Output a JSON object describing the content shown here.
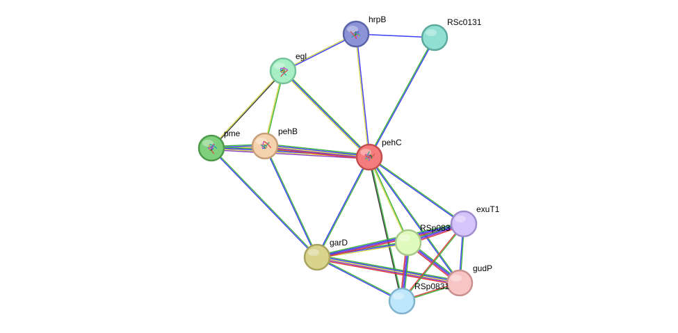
{
  "network": {
    "nodes": [
      {
        "id": "hrpB",
        "label": "hrpB",
        "fill": "#8c93d6",
        "stroke": "#5a62a8",
        "structure": true
      },
      {
        "id": "RSc0131",
        "label": "RSc0131",
        "fill": "#8fdfd3",
        "stroke": "#5ea99e",
        "structure": false
      },
      {
        "id": "egl",
        "label": "egl",
        "fill": "#a8efc6",
        "stroke": "#76c29a",
        "structure": true
      },
      {
        "id": "pme",
        "label": "pme",
        "fill": "#7fd07d",
        "stroke": "#4c9a4a",
        "structure": true
      },
      {
        "id": "pehB",
        "label": "pehB",
        "fill": "#f4d2ad",
        "stroke": "#c69e78",
        "structure": true
      },
      {
        "id": "pehC",
        "label": "pehC",
        "fill": "#f47c7c",
        "stroke": "#c44e4e",
        "structure": true
      },
      {
        "id": "exuT1",
        "label": "exuT1",
        "fill": "#d5c4fb",
        "stroke": "#9f8ccc",
        "structure": false
      },
      {
        "id": "RSp0830",
        "label": "RSp083",
        "fill": "#e1fbbe",
        "stroke": "#a9c98a",
        "structure": false
      },
      {
        "id": "garD",
        "label": "garD",
        "fill": "#d8d48e",
        "stroke": "#a8a35d",
        "structure": false
      },
      {
        "id": "gudP",
        "label": "gudP",
        "fill": "#f7c5c5",
        "stroke": "#c98f8f",
        "structure": false
      },
      {
        "id": "RSp0831",
        "label": "RSp0831",
        "fill": "#bfe7fb",
        "stroke": "#7fb3cc",
        "structure": false
      }
    ],
    "edges": [
      {
        "source": "hrpB",
        "target": "RSc0131",
        "colors": [
          "#3c3cff"
        ]
      },
      {
        "source": "hrpB",
        "target": "egl",
        "colors": [
          "#3c3cff",
          "#d6d64a"
        ]
      },
      {
        "source": "hrpB",
        "target": "pehC",
        "colors": [
          "#3c3cff",
          "#d6d64a"
        ]
      },
      {
        "source": "RSc0131",
        "target": "pehC",
        "colors": [
          "#3c3cff",
          "#3cb43c"
        ]
      },
      {
        "source": "egl",
        "target": "pme",
        "colors": [
          "#333333",
          "#d6d64a"
        ]
      },
      {
        "source": "egl",
        "target": "pehB",
        "colors": [
          "#3cb43c",
          "#d6d64a"
        ]
      },
      {
        "source": "egl",
        "target": "pehC",
        "colors": [
          "#3cb43c",
          "#3c3cff",
          "#d6d64a"
        ]
      },
      {
        "source": "pme",
        "target": "pehB",
        "colors": [
          "#3cb43c",
          "#3c3cff",
          "#d6d64a",
          "#8a3cc8"
        ]
      },
      {
        "source": "pme",
        "target": "pehC",
        "colors": [
          "#3cb43c",
          "#3c3cff",
          "#d6d64a",
          "#8a3cc8"
        ]
      },
      {
        "source": "pme",
        "target": "garD",
        "colors": [
          "#3cb43c",
          "#3c3cff"
        ]
      },
      {
        "source": "pehB",
        "target": "pehC",
        "colors": [
          "#3cb43c",
          "#3c3cff",
          "#d6d64a",
          "#8a3cc8",
          "#e03c3c"
        ]
      },
      {
        "source": "pehB",
        "target": "garD",
        "colors": [
          "#3cb43c",
          "#3c3cff"
        ]
      },
      {
        "source": "pehC",
        "target": "garD",
        "colors": [
          "#3cb43c",
          "#3c3cff"
        ]
      },
      {
        "source": "pehC",
        "target": "exuT1",
        "colors": [
          "#3cb43c",
          "#3c3cff"
        ]
      },
      {
        "source": "pehC",
        "target": "RSp0830",
        "colors": [
          "#3cb43c",
          "#d6d64a"
        ]
      },
      {
        "source": "pehC",
        "target": "gudP",
        "colors": [
          "#3cb43c",
          "#3c3cff"
        ]
      },
      {
        "source": "pehC",
        "target": "RSp0831",
        "colors": [
          "#3cb43c",
          "#333333"
        ]
      },
      {
        "source": "garD",
        "target": "RSp0830",
        "colors": [
          "#3cb43c",
          "#3c3cff",
          "#d6d64a"
        ]
      },
      {
        "source": "garD",
        "target": "gudP",
        "colors": [
          "#3cb43c",
          "#3c3cff",
          "#d6d64a",
          "#8a3cc8",
          "#e03c3c"
        ]
      },
      {
        "source": "garD",
        "target": "RSp0831",
        "colors": [
          "#3cb43c",
          "#3c3cff"
        ]
      },
      {
        "source": "garD",
        "target": "exuT1",
        "colors": [
          "#3cb43c",
          "#3c3cff",
          "#8a3cc8",
          "#e03c3c"
        ]
      },
      {
        "source": "RSp0830",
        "target": "exuT1",
        "colors": [
          "#3cb43c",
          "#3c3cff",
          "#8a3cc8",
          "#e03c3c"
        ]
      },
      {
        "source": "RSp0830",
        "target": "gudP",
        "colors": [
          "#3cb43c",
          "#3c3cff",
          "#8a3cc8",
          "#e03c3c"
        ]
      },
      {
        "source": "RSp0830",
        "target": "RSp0831",
        "colors": [
          "#3cb43c",
          "#3c3cff",
          "#8a3cc8",
          "#e03c3c"
        ]
      },
      {
        "source": "exuT1",
        "target": "gudP",
        "colors": [
          "#3cb43c",
          "#3c3cff"
        ]
      },
      {
        "source": "exuT1",
        "target": "RSp0831",
        "colors": [
          "#3cb43c",
          "#e03c3c"
        ]
      },
      {
        "source": "gudP",
        "target": "RSp0831",
        "colors": [
          "#3cb43c",
          "#e03c3c"
        ]
      }
    ]
  }
}
